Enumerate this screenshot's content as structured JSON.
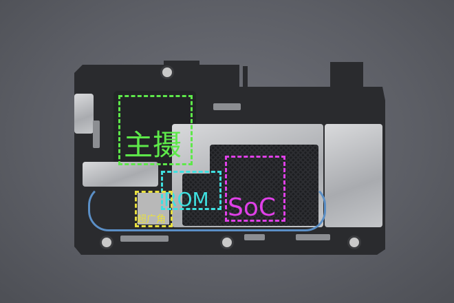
{
  "image": {
    "subject": "phone-motherboard-photo"
  },
  "annotations": [
    {
      "label": "主摄",
      "color": "#5ee84a"
    },
    {
      "label": "ROM",
      "color": "#3fe0e0"
    },
    {
      "label": "SoC",
      "color": "#e040e8"
    },
    {
      "label": "超广角",
      "color": "#e8e040"
    }
  ]
}
